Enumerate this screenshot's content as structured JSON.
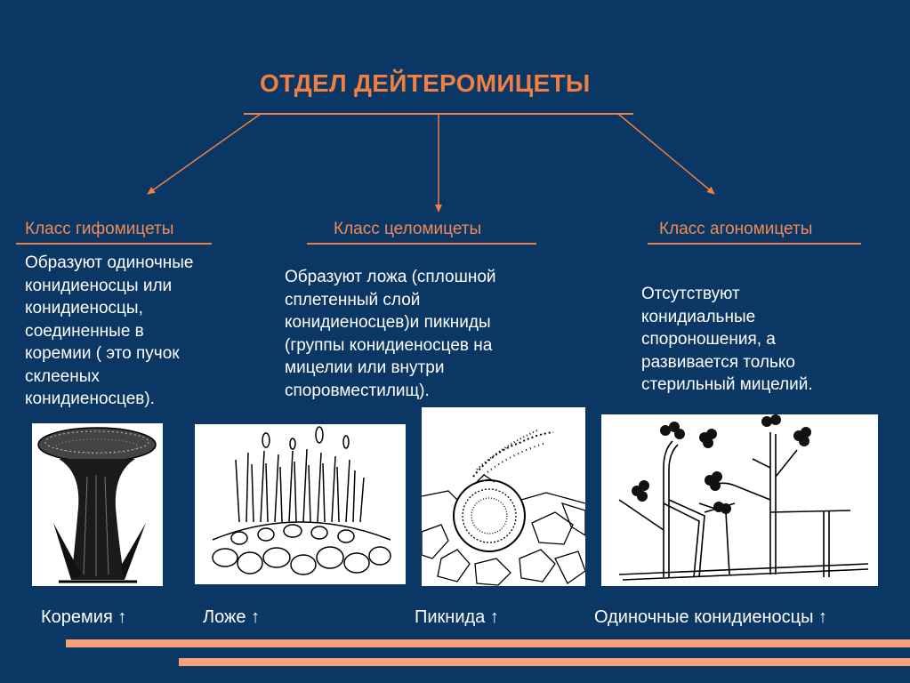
{
  "title": "ОТДЕЛ ДЕЙТЕРОМИЦЕТЫ",
  "classes": [
    {
      "name": "Класс гифомицеты",
      "lines": [
        "Образуют одиночные",
        "конидиеносцы или",
        "конидиеносцы,",
        "соединенные в",
        "коремии ( это пучок",
        "склееных",
        "конидиеносцев)."
      ]
    },
    {
      "name": "Класс целомицеты",
      "lines": [
        "Образуют ложа (сплошной",
        "сплетенный слой",
        "конидиеносцев)и  пикниды",
        "(группы конидиеносцев на",
        "мицелии или внутри",
        "споровместилищ)."
      ]
    },
    {
      "name": "Класс агономицеты",
      "lines": [
        "Отсутствуют",
        "конидиальные",
        "спороношения, а",
        "развивается только",
        "стерильный мицелий."
      ]
    }
  ],
  "captions": [
    "Коремия ↑",
    "Ложе ↑",
    "Пикнида ↑",
    "Одиночные конидиеносцы ↑"
  ],
  "colors": {
    "background": "#0a3763",
    "accent": "#f07f42",
    "bars": "#f7a07a",
    "text": "#ffffff"
  }
}
